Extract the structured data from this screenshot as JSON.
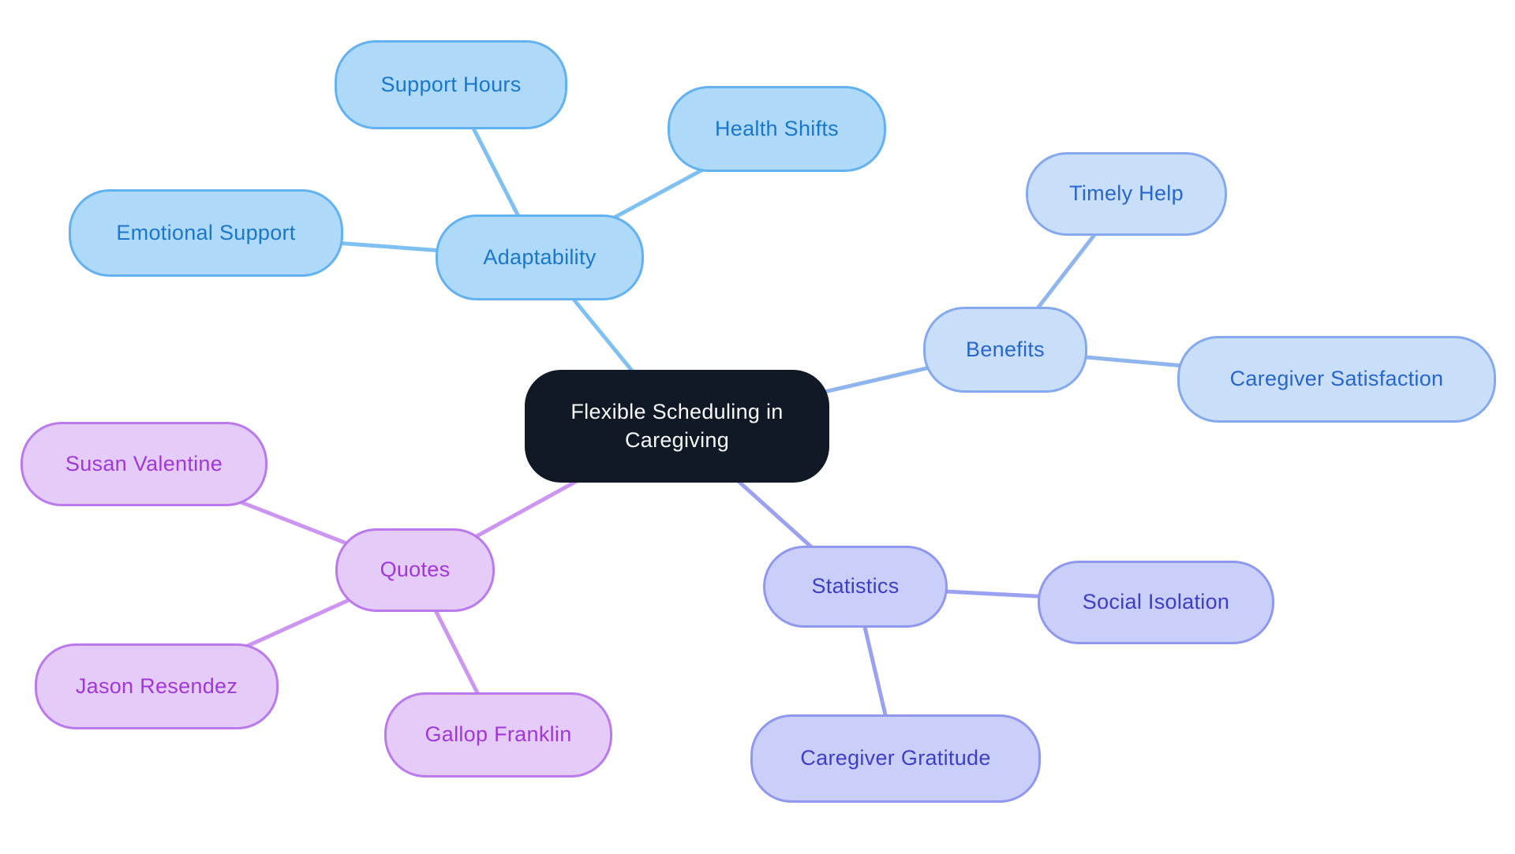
{
  "canvas": {
    "background": "#ffffff"
  },
  "mindmap": {
    "central": {
      "label": "Flexible Scheduling in Caregiving"
    },
    "branches": [
      {
        "id": "adaptability",
        "label": "Adaptability",
        "children": [
          "Support Hours",
          "Health Shifts",
          "Emotional Support"
        ]
      },
      {
        "id": "benefits",
        "label": "Benefits",
        "children": [
          "Timely Help",
          "Caregiver Satisfaction"
        ]
      },
      {
        "id": "statistics",
        "label": "Statistics",
        "children": [
          "Social Isolation",
          "Caregiver Gratitude"
        ]
      },
      {
        "id": "quotes",
        "label": "Quotes",
        "children": [
          "Susan Valentine",
          "Jason Resendez",
          "Gallop Franklin"
        ]
      }
    ]
  },
  "colors": {
    "central": {
      "fill": "#111826",
      "border": "#111826",
      "text": "#f8fafc",
      "edge": ""
    },
    "adaptability": {
      "fill": "#aed9f8",
      "border": "#63b2ef",
      "text": "#1a77c9",
      "edge": "#7fc0f2"
    },
    "benefits": {
      "fill": "#c9def8",
      "border": "#85a9ec",
      "text": "#2766cb",
      "edge": "#8fb5ee"
    },
    "statistics": {
      "fill": "#c9cff9",
      "border": "#9098ee",
      "text": "#3e3ec2",
      "edge": "#9aa1f1"
    },
    "quotes": {
      "fill": "#e5cbf8",
      "border": "#bb7aeb",
      "text": "#a038d6",
      "edge": "#cc95f1"
    }
  }
}
